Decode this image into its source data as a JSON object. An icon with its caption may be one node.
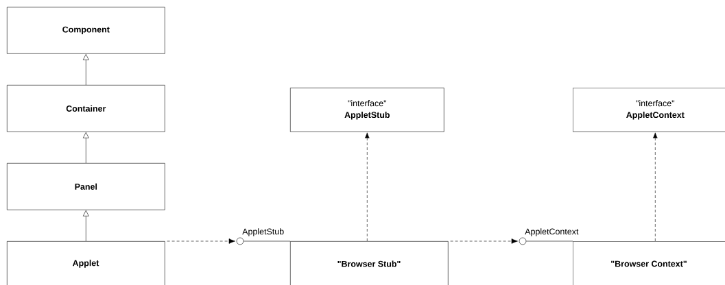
{
  "diagram": {
    "nodes": [
      {
        "text": [
          "Component"
        ]
      },
      {
        "text": [
          "Container"
        ]
      },
      {
        "text": [
          "Panel"
        ]
      },
      {
        "text": [
          "\"interface\"",
          "AppletStub"
        ]
      },
      {
        "text": [
          "\"interface\"",
          "AppletContext"
        ]
      },
      {
        "text": [
          "Applet"
        ]
      },
      {
        "text": [],
        "shape": "circle",
        "beside": [
          "AppletStub"
        ]
      },
      {
        "text": [
          "\"Browser Stub\""
        ]
      },
      {
        "text": [],
        "shape": "circle",
        "beside": [
          "AppletContext"
        ]
      },
      {
        "text": [
          "\"Browser Context\""
        ]
      }
    ],
    "edges": [
      {
        "from": 1,
        "to": 0,
        "arrow": "to"
      },
      {
        "from": 2,
        "to": 1,
        "arrow": "to"
      },
      {
        "from": 5,
        "to": 2,
        "arrow": "to"
      },
      {
        "from": 5,
        "to": 6,
        "arrow": "to",
        "style": "dashed"
      },
      {
        "from": 6,
        "to": 7,
        "arrow": "none"
      },
      {
        "from": 7,
        "to": 3,
        "arrow": "to",
        "style": "dashed"
      },
      {
        "from": 7,
        "to": 8,
        "arrow": "to",
        "style": "dashed"
      },
      {
        "from": 8,
        "to": 9,
        "arrow": "none"
      },
      {
        "from": 9,
        "to": 4,
        "arrow": "to",
        "style": "dashed"
      }
    ]
  }
}
